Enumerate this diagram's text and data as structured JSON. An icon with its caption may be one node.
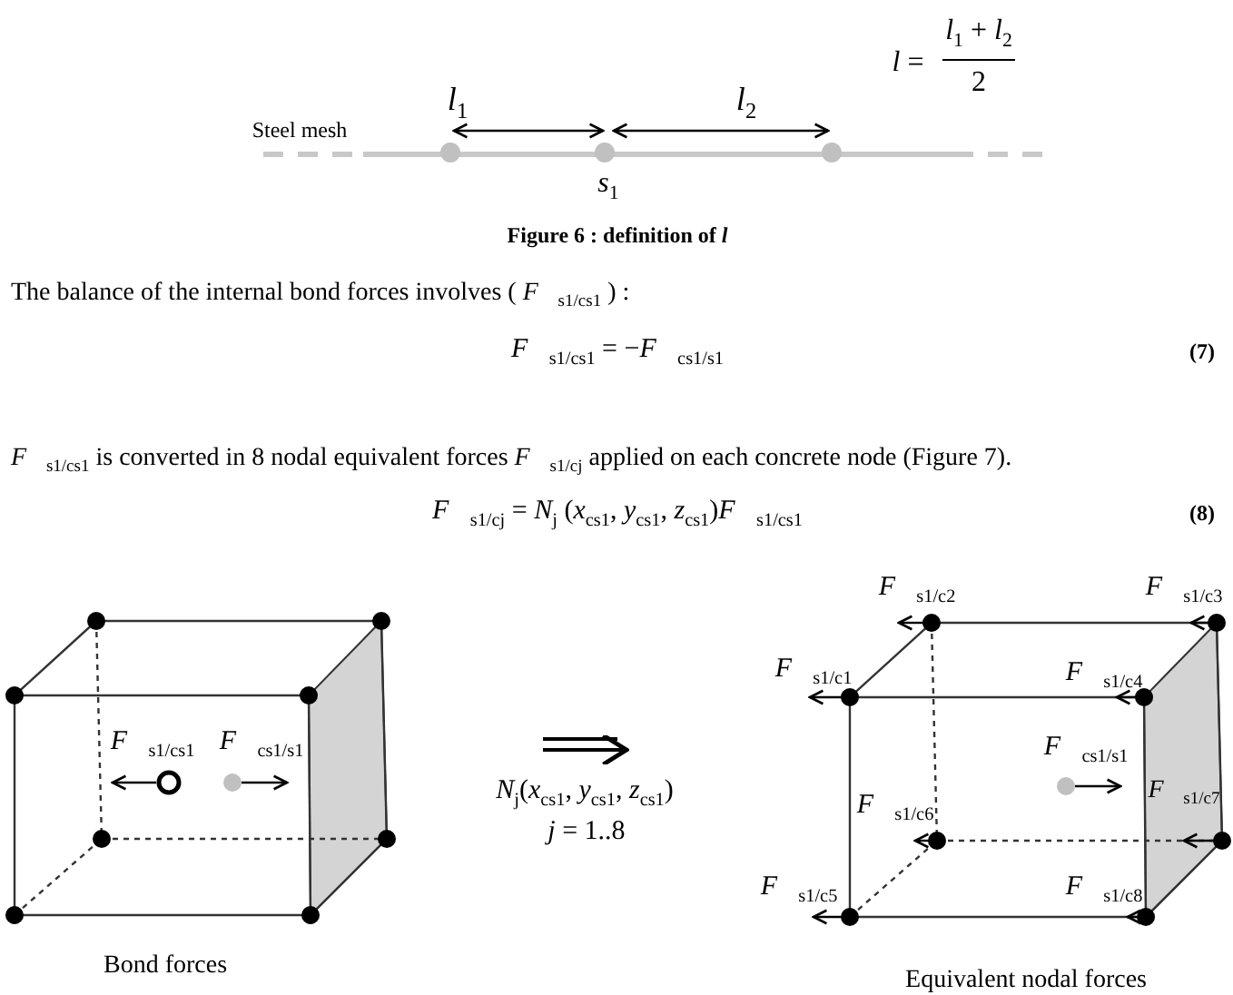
{
  "diagram": {
    "labels": [
      "*l* =",
      "*l*$_{1}$ + *l*$_{2}$",
      "2",
      "*l*$_{1}$",
      "*l*$_{2}$",
      "Steel mesh",
      "*s*$_{1}$",
      "Figure 6 : definition of *l*",
      "The balance of the internal bond forces involves ( *F⃗*$_{s1/cs1}$ ) :",
      "*F⃗*$_{s1/cs1}$ = −*F⃗*$_{cs1/s1}$",
      "(7)",
      "*F⃗*$_{s1/cs1}$ is converted in 8 nodal equivalent forces *F⃗*$_{s1/cj}$ applied on each concrete node (Figure 7).",
      "*F⃗*$_{s1/cj}$ = *N*$_{j}$ (*x*$_{cs1}$, *y*$_{cs1}$, *z*$_{cs1}$)*F⃗*$_{s1/cs1}$",
      "(8)",
      "*F⃗*$_{s1/cs1}$",
      "*F⃗*$_{cs1/s1}$",
      "Bond forces",
      "*N*$_{j}$(*x*$_{cs1}$, *y*$_{cs1}$, *z*$_{cs1}$)",
      "*j* = 1..8",
      "*F⃗*$_{s1/c2}$",
      "*F⃗*$_{s1/c3}$",
      "*F⃗*$_{s1/c1}$",
      "*F⃗*$_{s1/c4}$",
      "*F⃗*$_{cs1/s1}$",
      "*F⃗*$_{s1/c7}$",
      "*F⃗*$_{s1/c6}$",
      "*F⃗*$_{s1/c5}$",
      "*F⃗*$_{s1/c8}$",
      "Equivalent nodal forces"
    ]
  }
}
